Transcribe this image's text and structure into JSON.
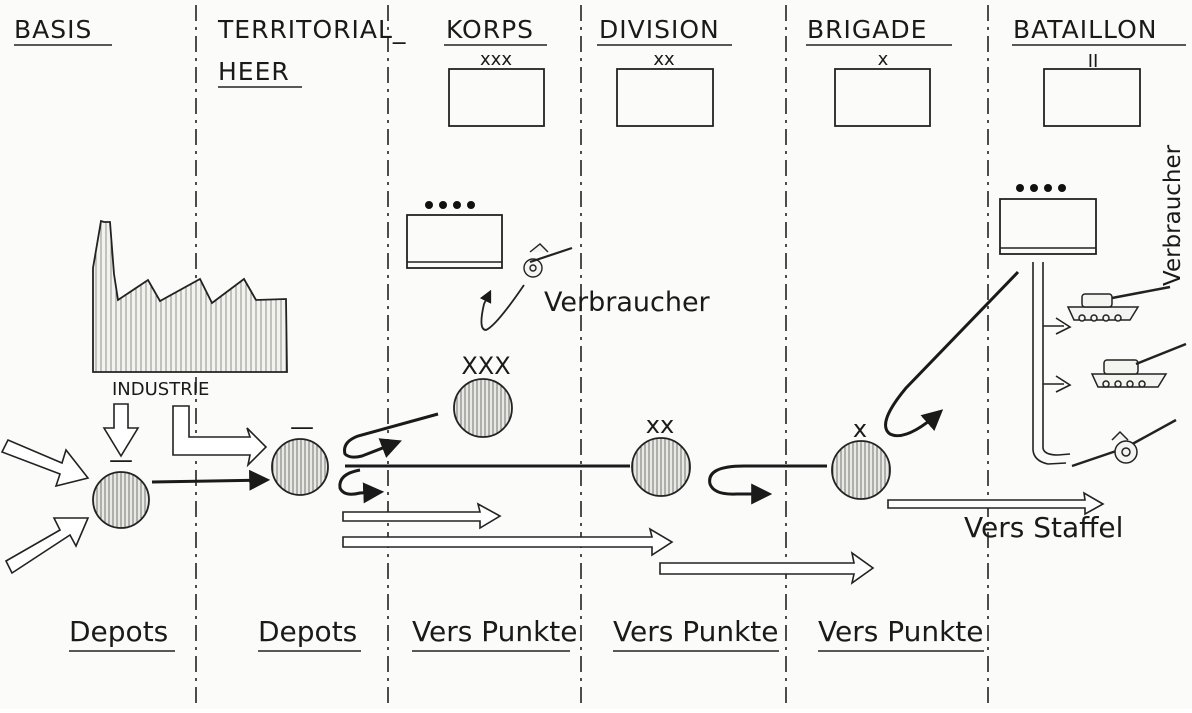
{
  "columns": [
    {
      "id": "basis",
      "title_lines": [
        "BASIS"
      ],
      "footer": "Depots"
    },
    {
      "id": "territorial",
      "title_lines": [
        "TERRITORIAL_",
        "HEER"
      ],
      "footer": "Depots"
    },
    {
      "id": "korps",
      "title_lines": [
        "KORPS"
      ],
      "footer": "Vers Punkte",
      "rank": "xxx"
    },
    {
      "id": "division",
      "title_lines": [
        "DIVISION"
      ],
      "footer": "Vers Punkte",
      "rank": "xx"
    },
    {
      "id": "brigade",
      "title_lines": [
        "BRIGADE"
      ],
      "footer": "Vers Punkte",
      "rank": "x"
    },
    {
      "id": "bataillon",
      "title_lines": [
        "BATAILLON"
      ],
      "footer": "",
      "rank": "II"
    }
  ],
  "labels": {
    "industry": "INDUSTRIE",
    "consumer_korps": "Verbraucher",
    "consumer_bataillon": "Verbraucher",
    "supply_echelon": "Vers Staffel"
  },
  "depot_marks": {
    "basis": "—",
    "territorial": "—",
    "korps": "XXX",
    "division": "xx",
    "brigade": "x"
  }
}
